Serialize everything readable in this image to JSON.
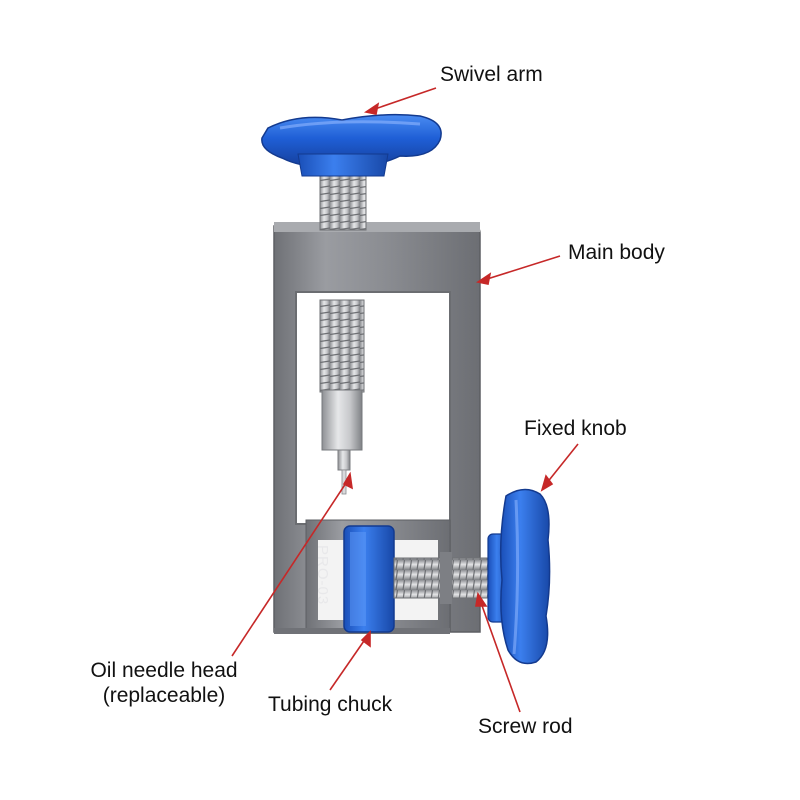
{
  "product": {
    "model_engraving": "PRO-03"
  },
  "colors": {
    "anodized_blue": "#2a6fe0",
    "body_gray": "#8b8d92",
    "annotation_red": "#c62828"
  },
  "labels": {
    "swivel_arm": "Swivel arm",
    "main_body": "Main body",
    "fixed_knob": "Fixed knob",
    "oil_needle_head_line1": "Oil needle head",
    "oil_needle_head_line2": "(replaceable)",
    "tubing_chuck": "Tubing chuck",
    "screw_rod": "Screw rod"
  }
}
